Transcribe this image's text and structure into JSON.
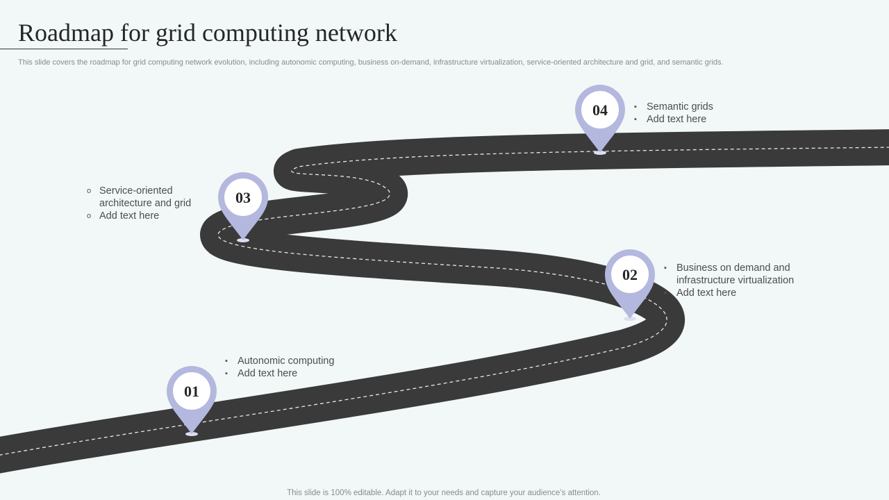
{
  "title": "Roadmap for grid computing network",
  "subtitle": "This slide covers the roadmap for grid computing network evolution, including autonomic computing, business on-demand, infrastructure virtualization, service-oriented architecture and grid, and semantic grids.",
  "footer": "This slide is 100% editable. Adapt it to your needs and capture your audience’s attention.",
  "colors": {
    "road": "#3a3a3a",
    "pin": "#b4b8de",
    "pin_inner": "#ffffff",
    "background": "#f1f8f7"
  },
  "milestones": [
    {
      "number": "01",
      "items": [
        "Autonomic computing",
        "Add text here"
      ]
    },
    {
      "number": "02",
      "items": [
        "Business on demand and",
        "infrastructure virtualization",
        "Add text here"
      ]
    },
    {
      "number": "03",
      "items": [
        "Service-oriented",
        "architecture and grid",
        "Add text here"
      ]
    },
    {
      "number": "04",
      "items": [
        "Semantic grids",
        "Add text here"
      ]
    }
  ]
}
